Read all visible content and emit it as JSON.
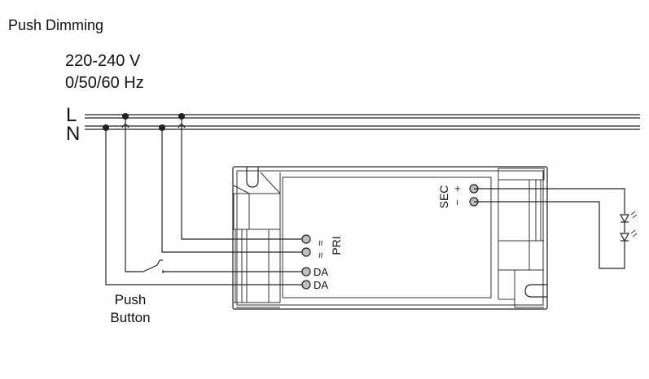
{
  "title": "Push Dimming",
  "supply": {
    "voltage": "220-240 V",
    "frequency": "0/50/60 Hz",
    "line_label": "L",
    "neutral_label": "N"
  },
  "driver": {
    "primary_label": "PRI",
    "primary_terminals": [
      "≈",
      "≈"
    ],
    "secondary_label": "SEC",
    "secondary_terminals": [
      "+",
      "−"
    ],
    "dali_terminals": [
      "DA",
      "DA"
    ]
  },
  "push_button": {
    "label_line1": "Push",
    "label_line2": "Button"
  },
  "colors": {
    "wire": "#222222",
    "terminal_fill": "#bfbfbf"
  }
}
